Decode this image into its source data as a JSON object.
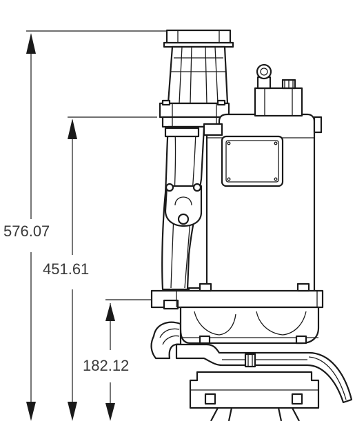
{
  "drawing": {
    "type": "dimensioned technical drawing",
    "subject": "submersible pump, side elevation",
    "line_color": "#1a1a1a",
    "label_color": "#3a3a3a",
    "dimensions": [
      {
        "id": "overall",
        "value": "576.07"
      },
      {
        "id": "mid",
        "value": "451.61"
      },
      {
        "id": "lower",
        "value": "182.12"
      }
    ]
  }
}
